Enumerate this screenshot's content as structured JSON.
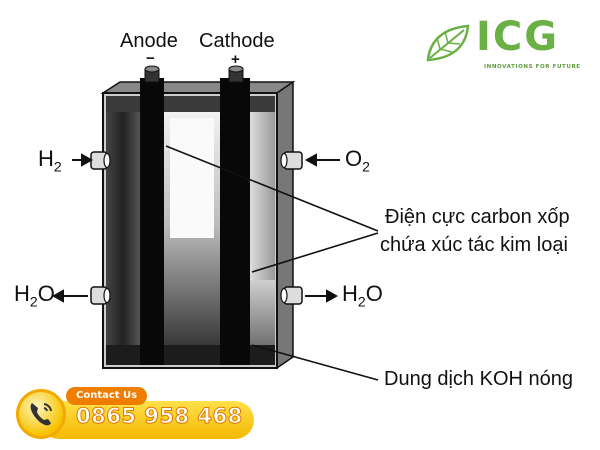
{
  "diagram": {
    "anode_label": "Anode",
    "cathode_label": "Cathode",
    "anode_sign": "−",
    "cathode_sign": "+",
    "inlets": {
      "left_top": {
        "species": "H",
        "sub": "2"
      },
      "right_top": {
        "species": "O",
        "sub": "2"
      },
      "left_bottom": {
        "species": "H",
        "sub": "2",
        "tail": "O"
      },
      "right_bottom": {
        "species": "H",
        "sub": "2",
        "tail": "O"
      }
    },
    "electrode_label_line1": "Điện cực carbon xốp",
    "electrode_label_line2": "chứa xúc tác kim loại",
    "electrolyte_label": "Dung dịch KOH nóng"
  },
  "logo": {
    "text": "ICG",
    "tagline": "INNOVATIONS FOR FUTURE",
    "icon": "leaf-icon",
    "color": "#6ab045"
  },
  "contact": {
    "tab_label": "Contact Us",
    "phone": "0865 958 468",
    "icon": "phone-icon",
    "accent": "#f5b800"
  }
}
